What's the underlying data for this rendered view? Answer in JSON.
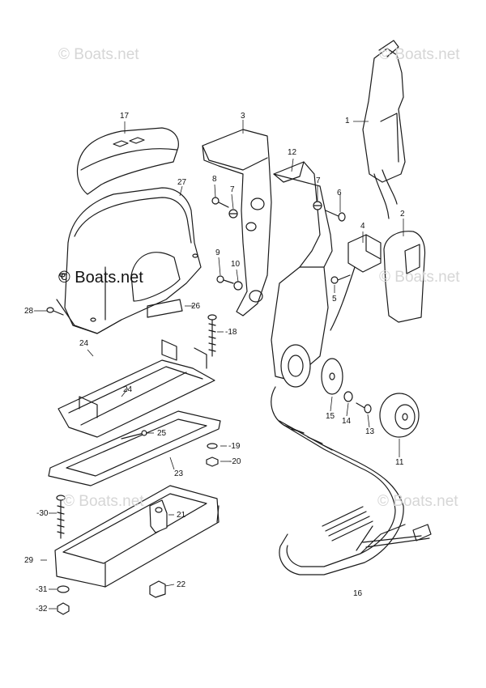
{
  "watermarks": {
    "top_left": "© Boats.net",
    "top_right": "© Boats.net",
    "center": "© Boats.net",
    "mid_right": "© Boats.net",
    "bottom_center": "© Boats.net",
    "bottom_right": "© Boats.net"
  },
  "callouts": {
    "c1": "1",
    "c2": "2",
    "c3": "3",
    "c4": "4",
    "c5": "5",
    "c6": "6",
    "c7a": "7",
    "c7b": "7",
    "c8": "8",
    "c9": "9",
    "c10": "10",
    "c11": "11",
    "c12": "12",
    "c13": "13",
    "c14": "14",
    "c15": "15",
    "c16": "16",
    "c17": "17",
    "c18": "-18",
    "c19": "-19",
    "c20": "-20",
    "c21": "21",
    "c22": "22",
    "c23": "23",
    "c24a": "24",
    "c24b": "24",
    "c25": "25",
    "c26": "26",
    "c27": "27",
    "c28": "28",
    "c29": "29",
    "c30": "-30",
    "c31": "-31",
    "c32": "-32"
  },
  "colors": {
    "line": "#1a1a1a",
    "watermark": "#d6d6d6",
    "background": "#ffffff"
  }
}
